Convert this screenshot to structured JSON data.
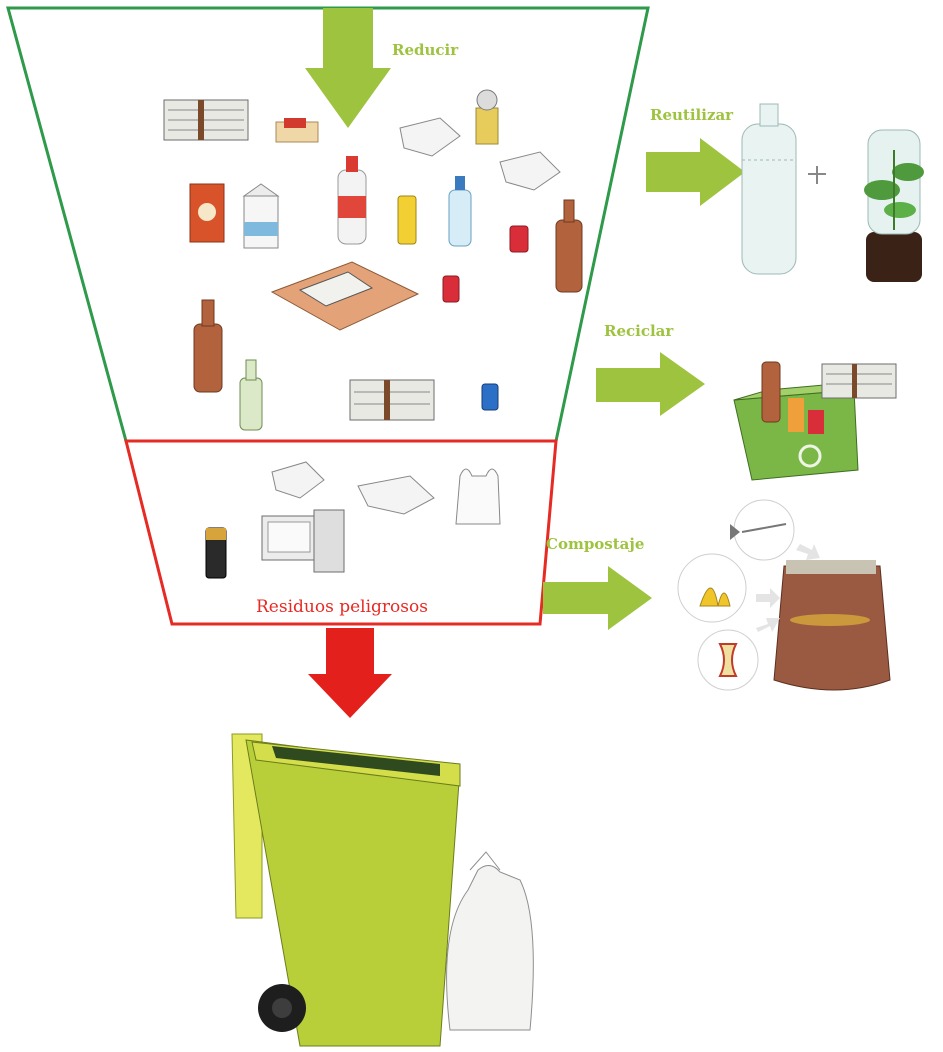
{
  "diagram": {
    "labels": {
      "reduce": "Reducir",
      "reuse": "Reutilizar",
      "recycle": "Reciclar",
      "compost": "Compostaje",
      "hazardous": "Residuos peligrosos"
    },
    "colors": {
      "funnel_outline": "#2e9a4a",
      "hazard_outline": "#e62a24",
      "arrow_green": "#9ec33f",
      "arrow_red": "#e3201b",
      "bin_body": "#b9cf3a",
      "bin_lid": "#d4de4a"
    },
    "icons": [
      "newspaper-bundle-icon",
      "matchbox-icon",
      "plastic-bottle-icon",
      "can-icon",
      "glass-bottle-icon",
      "milk-carton-icon",
      "cereal-box-icon",
      "magazine-icon",
      "battery-icon",
      "computer-icon",
      "plastic-bag-icon",
      "plant-pot-icon",
      "recycling-crate-icon",
      "compost-heap-icon",
      "banana-peel-icon",
      "apple-core-icon",
      "fish-bone-icon",
      "wheelie-bin-icon",
      "trash-bag-icon"
    ]
  }
}
